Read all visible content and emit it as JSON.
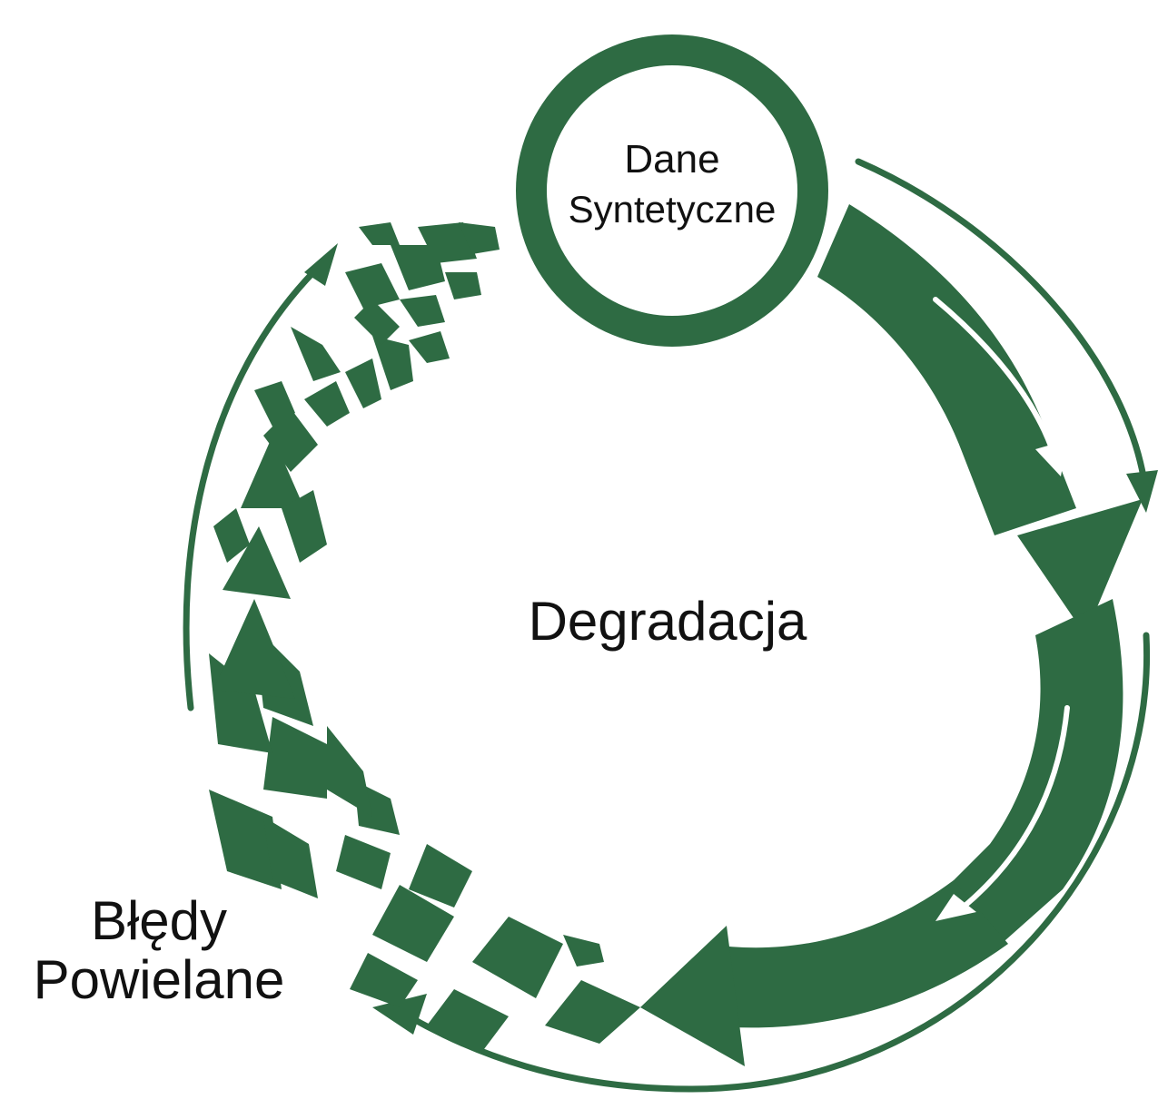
{
  "diagram": {
    "top_node": {
      "line1": "Dane",
      "line2": "Syntetyczne"
    },
    "center_label": "Degradacja",
    "side_label": {
      "line1": "Błędy",
      "line2": "Powielane"
    }
  },
  "colors": {
    "primary_green": "#2e6b43",
    "background": "#ffffff",
    "text": "#111111"
  }
}
